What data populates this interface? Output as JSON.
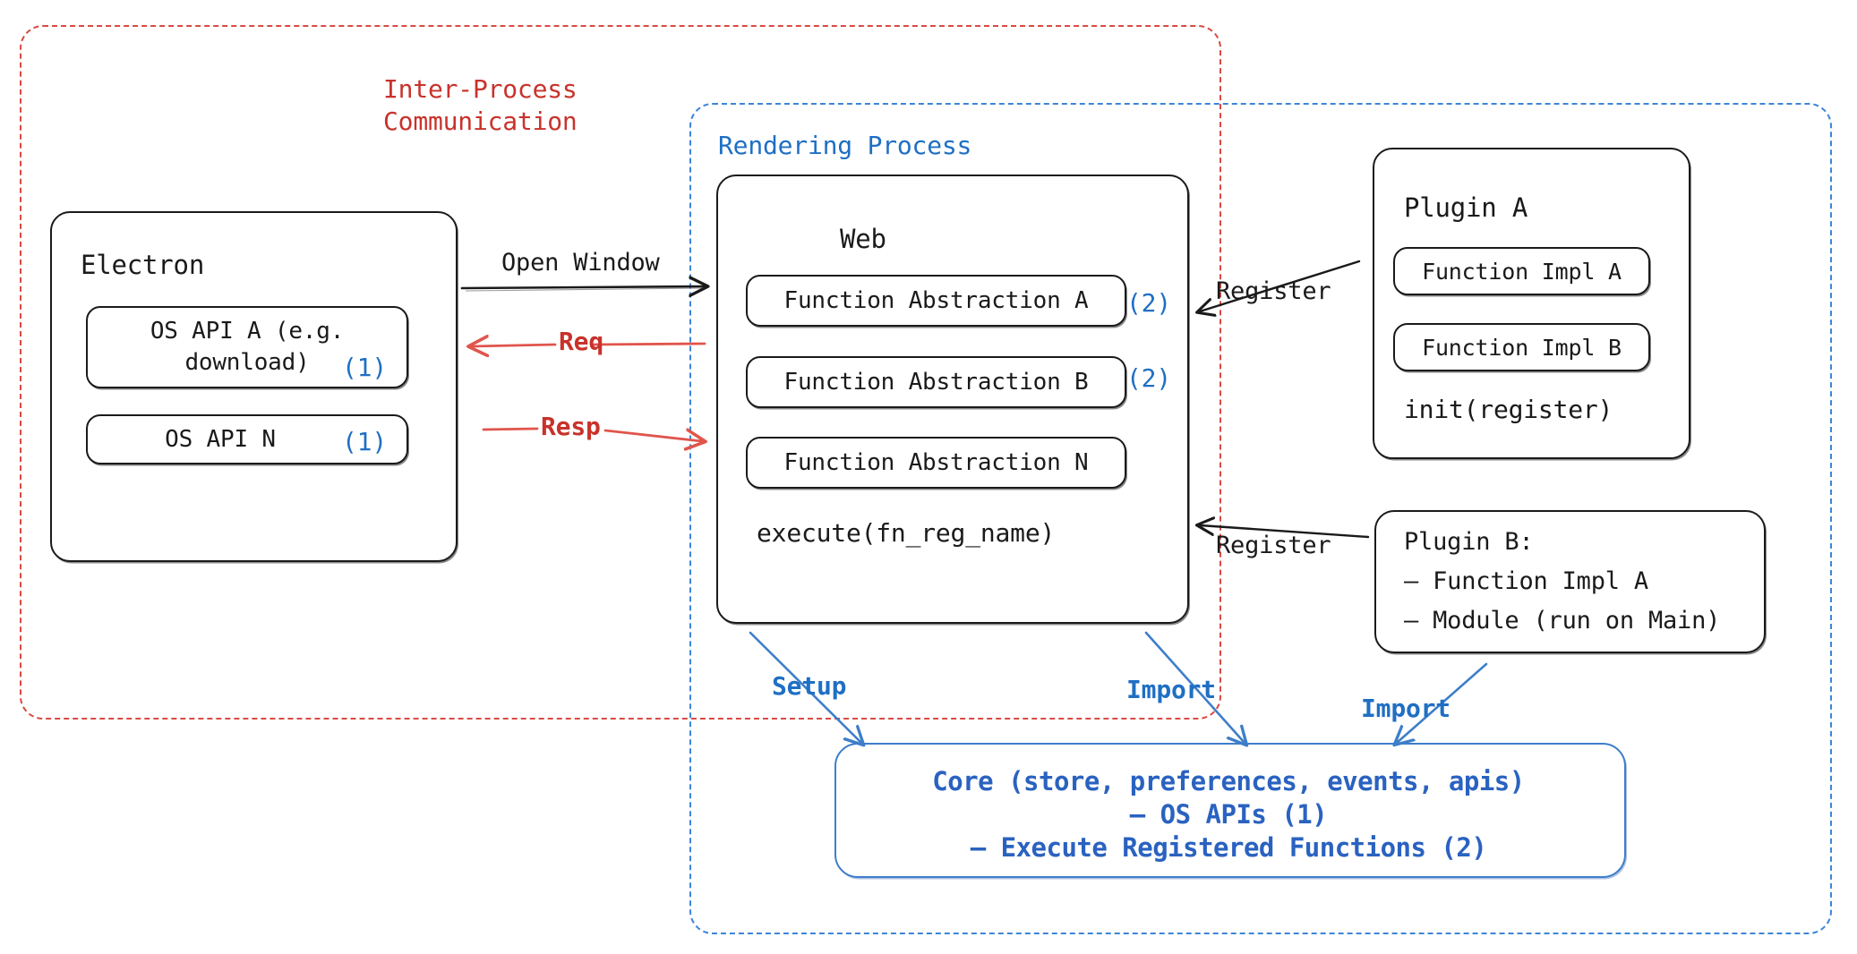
{
  "diagram": {
    "title_hint": "Electron plugin architecture",
    "regions": [
      {
        "id": "ipc",
        "label": "Inter-Process\nCommunication",
        "color": "#d94a42",
        "style": "dashed"
      },
      {
        "id": "rendering",
        "label": "Rendering Process",
        "color": "#3d85d8",
        "style": "dashed"
      }
    ],
    "electron": {
      "title": "Electron",
      "items": [
        {
          "label": "OS API A (e.g.\ndownload)",
          "marker": "(1)"
        },
        {
          "label": "OS API N",
          "marker": "(1)"
        }
      ]
    },
    "web": {
      "title": "Web",
      "items": [
        {
          "label": "Function Abstraction A",
          "marker": "(2)"
        },
        {
          "label": "Function Abstraction B",
          "marker": "(2)"
        },
        {
          "label": "Function Abstraction N",
          "marker": ""
        }
      ],
      "footer": "execute(fn_reg_name)"
    },
    "plugin_a": {
      "title": "Plugin A",
      "items": [
        {
          "label": "Function Impl A"
        },
        {
          "label": "Function Impl B"
        }
      ],
      "footer": "init(register)"
    },
    "plugin_b": {
      "lines": [
        "Plugin B:",
        "– Function Impl A",
        "– Module (run on Main)"
      ]
    },
    "core": {
      "lines": [
        "Core (store, preferences, events, apis)",
        "– OS APIs (1)",
        "– Execute Registered Functions (2)"
      ],
      "color": "#2a62c0"
    },
    "edges": [
      {
        "id": "open-window",
        "label": "Open Window",
        "color": "#1a1a1a",
        "direction": "right"
      },
      {
        "id": "req",
        "label": "Req",
        "color": "#e0554c",
        "direction": "left"
      },
      {
        "id": "resp",
        "label": "Resp",
        "color": "#e0554c",
        "direction": "right"
      },
      {
        "id": "register-a",
        "label": "Register",
        "color": "#1a1a1a",
        "direction": "left"
      },
      {
        "id": "register-b",
        "label": "Register",
        "color": "#1a1a1a",
        "direction": "left"
      },
      {
        "id": "setup",
        "label": "Setup",
        "color": "#3d7ec9",
        "direction": "down"
      },
      {
        "id": "import-web",
        "label": "Import",
        "color": "#3d7ec9",
        "direction": "down"
      },
      {
        "id": "import-plugin",
        "label": "Import",
        "color": "#3d7ec9",
        "direction": "down-left"
      }
    ]
  }
}
